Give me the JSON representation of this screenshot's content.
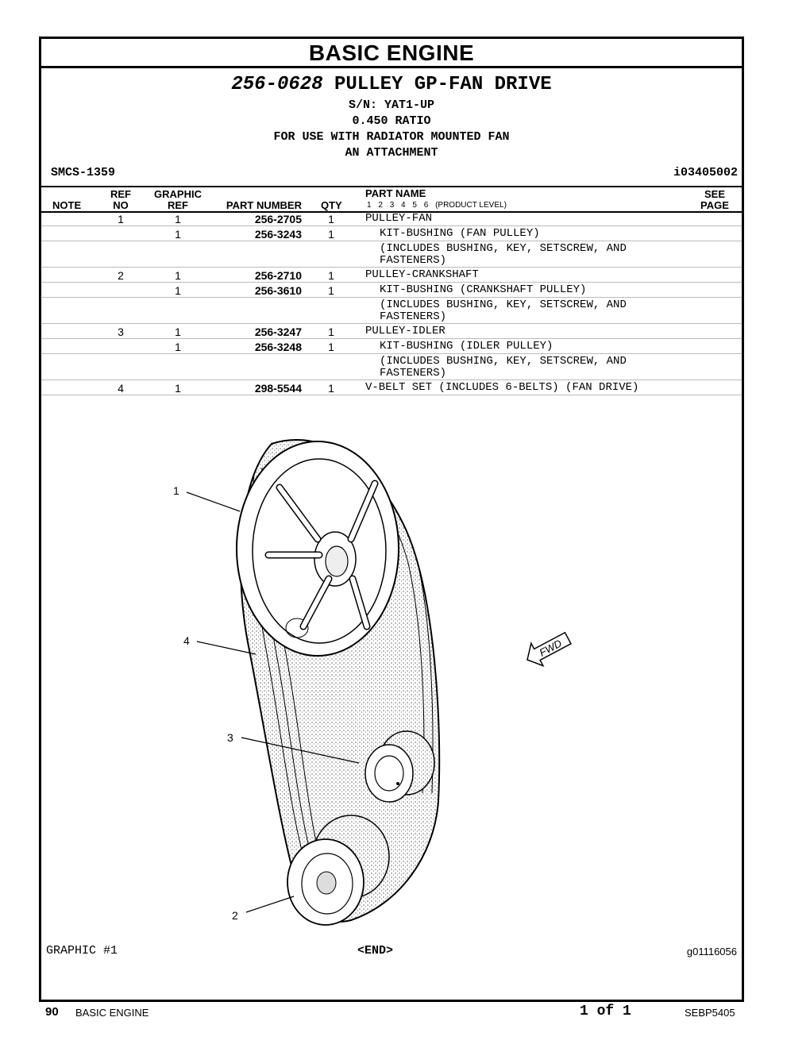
{
  "section": "BASIC ENGINE",
  "group": {
    "number": "256-0628",
    "name": "PULLEY GP-FAN DRIVE",
    "lines": [
      "S/N: YAT1-UP",
      "0.450 RATIO",
      "FOR USE WITH RADIATOR MOUNTED FAN",
      "AN ATTACHMENT"
    ]
  },
  "smcs": "SMCS-1359",
  "illustration_id": "i03405002",
  "headers": {
    "note": "NOTE",
    "ref_top": "REF",
    "ref_bottom": "NO",
    "graphic_top": "GRAPHIC",
    "graphic_bottom": "REF",
    "part_number": "PART NUMBER",
    "qty": "QTY",
    "part_name": "PART NAME",
    "levels": [
      "1",
      "2",
      "3",
      "4",
      "5",
      "6"
    ],
    "product_level": "(PRODUCT LEVEL)",
    "see_top": "SEE",
    "see_bottom": "PAGE"
  },
  "parts": [
    {
      "ref": "1",
      "graphic": "1",
      "pn": "256-2705",
      "qty": "1",
      "name": "PULLEY-FAN"
    },
    {
      "ref": "",
      "graphic": "1",
      "pn": "256-3243",
      "qty": "1",
      "name": "KIT-BUSHING (FAN PULLEY)"
    },
    {
      "ref": "",
      "graphic": "",
      "pn": "",
      "qty": "",
      "name": "(INCLUDES BUSHING, KEY, SETSCREW, AND\nFASTENERS)"
    },
    {
      "ref": "2",
      "graphic": "1",
      "pn": "256-2710",
      "qty": "1",
      "name": "PULLEY-CRANKSHAFT"
    },
    {
      "ref": "",
      "graphic": "1",
      "pn": "256-3610",
      "qty": "1",
      "name": "KIT-BUSHING (CRANKSHAFT PULLEY)"
    },
    {
      "ref": "",
      "graphic": "",
      "pn": "",
      "qty": "",
      "name": "(INCLUDES BUSHING, KEY, SETSCREW, AND\nFASTENERS)"
    },
    {
      "ref": "3",
      "graphic": "1",
      "pn": "256-3247",
      "qty": "1",
      "name": "PULLEY-IDLER"
    },
    {
      "ref": "",
      "graphic": "1",
      "pn": "256-3248",
      "qty": "1",
      "name": "KIT-BUSHING (IDLER PULLEY)"
    },
    {
      "ref": "",
      "graphic": "",
      "pn": "",
      "qty": "",
      "name": "(INCLUDES BUSHING, KEY, SETSCREW, AND\nFASTENERS)"
    },
    {
      "ref": "4",
      "graphic": "1",
      "pn": "298-5544",
      "qty": "1",
      "name": "V-BELT SET (INCLUDES 6-BELTS) (FAN DRIVE)"
    }
  ],
  "callouts": [
    "1",
    "4",
    "3",
    "2"
  ],
  "fwd_label": "FWD",
  "graphic_label": "GRAPHIC #1",
  "end_label": "<END>",
  "graphic_id": "g01116056",
  "footer": {
    "page_number": "90",
    "section": "BASIC ENGINE",
    "page_of": "1 of 1",
    "doc_id": "SEBP5405"
  }
}
